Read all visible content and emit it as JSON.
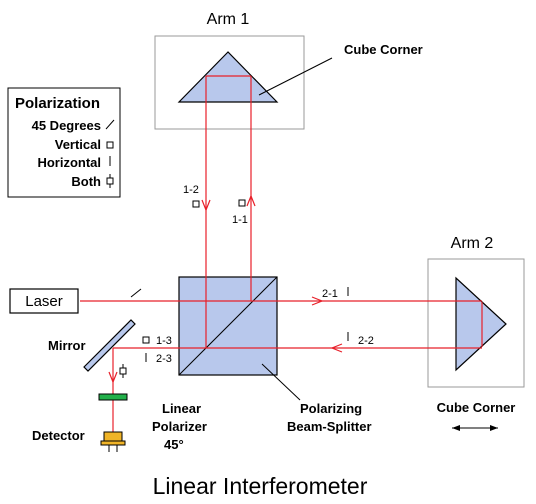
{
  "title": "Linear Interferometer",
  "arm1": {
    "label": "Arm 1",
    "cube_corner_label": "Cube Corner"
  },
  "arm2": {
    "label": "Arm 2",
    "cube_corner_label": "Cube Corner"
  },
  "legend": {
    "title": "Polarization",
    "rows": [
      {
        "label": "45 Degrees",
        "symbol": "diagonal"
      },
      {
        "label": "Vertical",
        "symbol": "square"
      },
      {
        "label": "Horizontal",
        "symbol": "bar"
      },
      {
        "label": "Both",
        "symbol": "square-bar"
      }
    ]
  },
  "components": {
    "laser": "Laser",
    "mirror": "Mirror",
    "detector": "Detector",
    "polarizer": [
      "Linear",
      "Polarizer",
      "45°"
    ],
    "beam_splitter": [
      "Polarizing",
      "Beam-Splitter"
    ]
  },
  "beam_labels": {
    "b12": "1-2",
    "b11": "1-1",
    "b21": "2-1",
    "b22": "2-2",
    "b13": "1-3",
    "b23": "2-3"
  },
  "colors": {
    "beam": "#e8202a",
    "optics": "#b8c8ec",
    "polarizer": "#22b04a",
    "detector": "#f0b428",
    "frame": "#9a9a9a"
  }
}
